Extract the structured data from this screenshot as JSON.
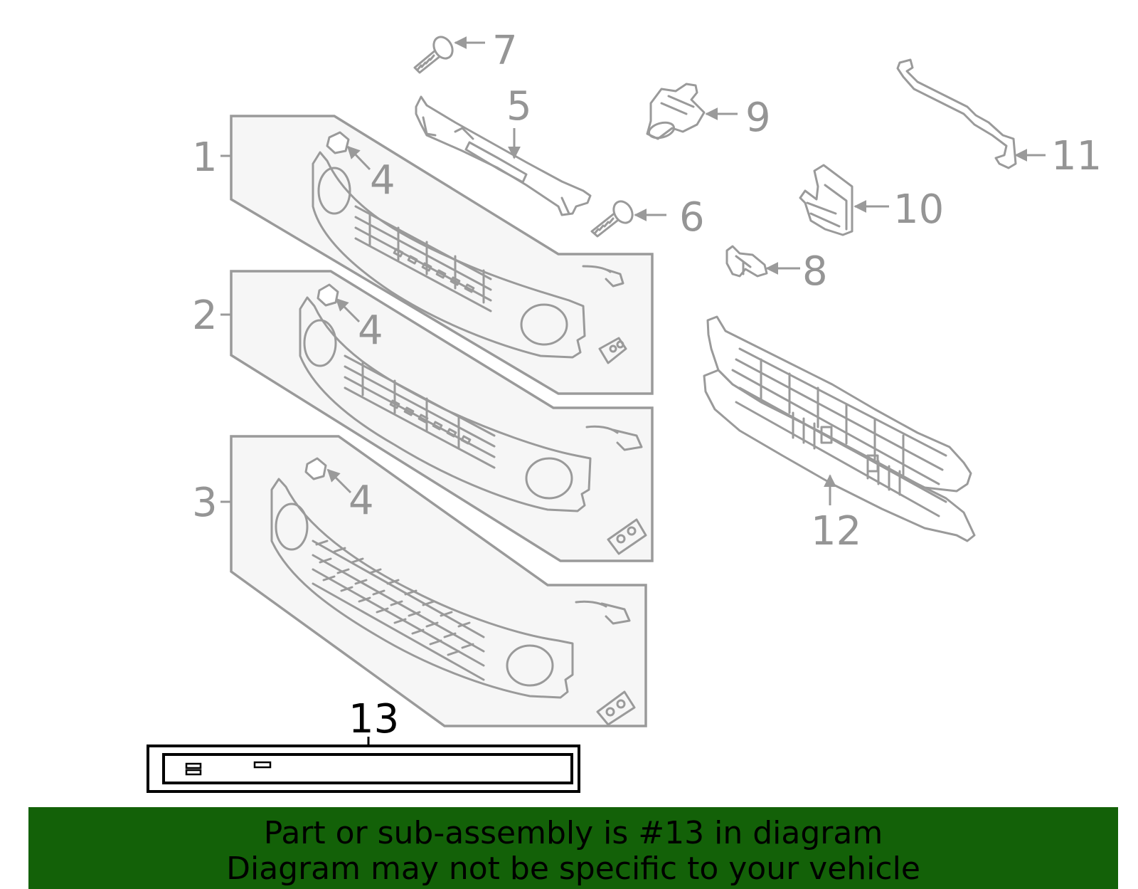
{
  "diagram": {
    "callouts": {
      "c1": "1",
      "c2": "2",
      "c3": "3",
      "c4a": "4",
      "c4b": "4",
      "c4c": "4",
      "c5": "5",
      "c6": "6",
      "c7": "7",
      "c8": "8",
      "c9": "9",
      "c10": "10",
      "c11": "11",
      "c12": "12",
      "c13": "13"
    },
    "highlighted_part": "13",
    "colors": {
      "line": "#9a9a9a",
      "panel": "#f6f6f6",
      "highlight": "#000000"
    }
  },
  "banner": {
    "line1": "Part or sub-assembly is #13 in diagram",
    "line2": "Diagram may not be specific to your vehicle",
    "background": "#136108"
  }
}
